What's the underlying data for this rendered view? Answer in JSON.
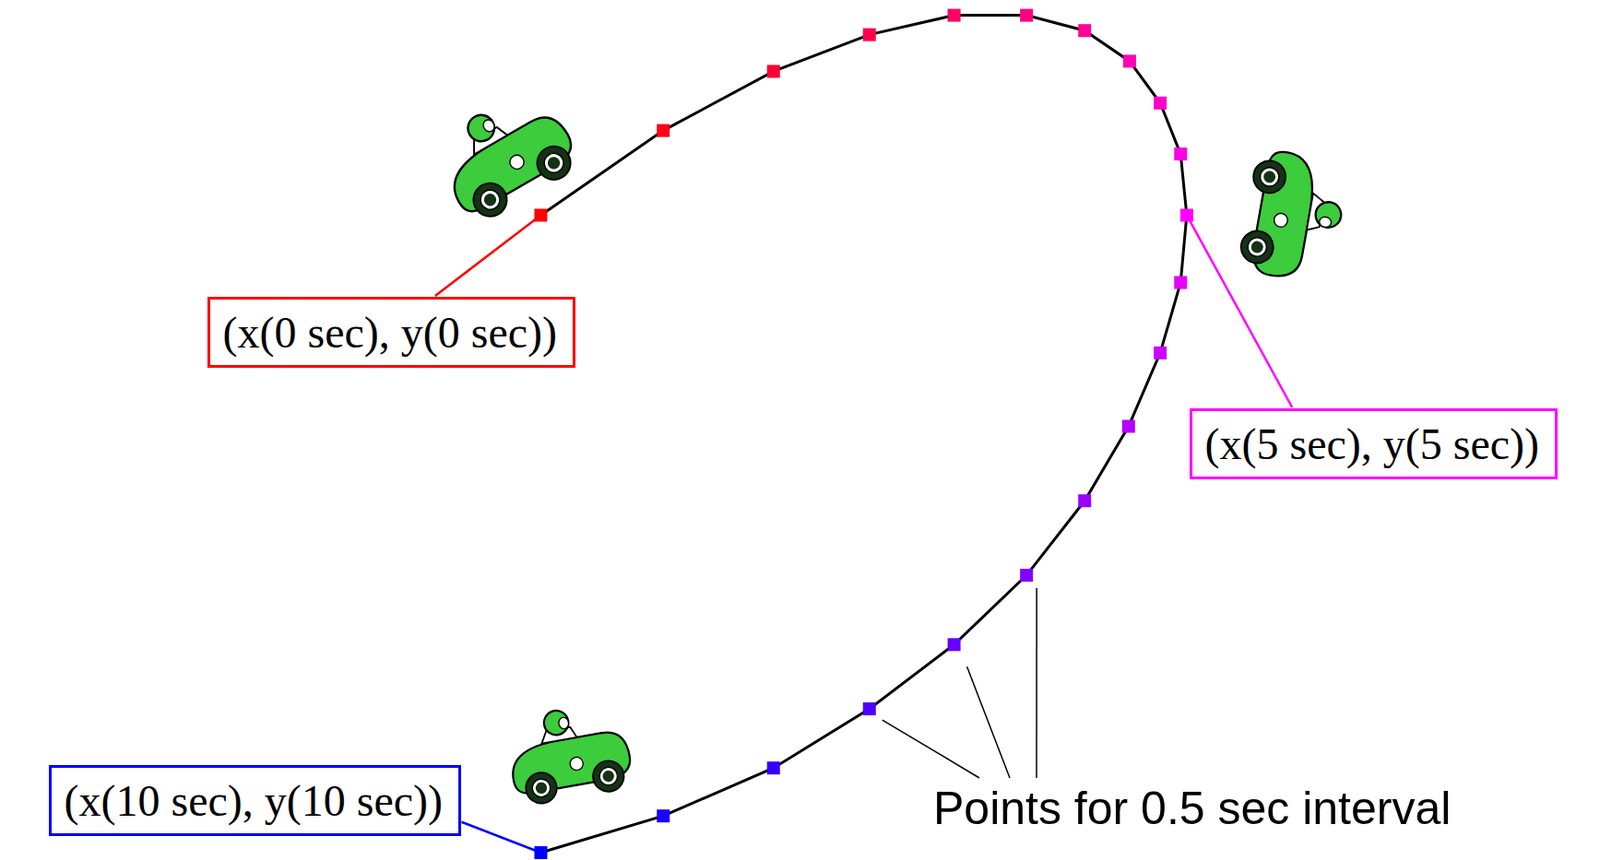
{
  "diagram": {
    "nodes": [
      {
        "text": [
          "(x(0 sec), y(0 sec))"
        ]
      },
      {
        "text": [
          "(x(5 sec), y(5 sec))"
        ]
      },
      {
        "text": [
          "(x(10 sec), y(10 sec))"
        ]
      }
    ],
    "labels": [
      "Points for 0.5 sec interval"
    ]
  }
}
